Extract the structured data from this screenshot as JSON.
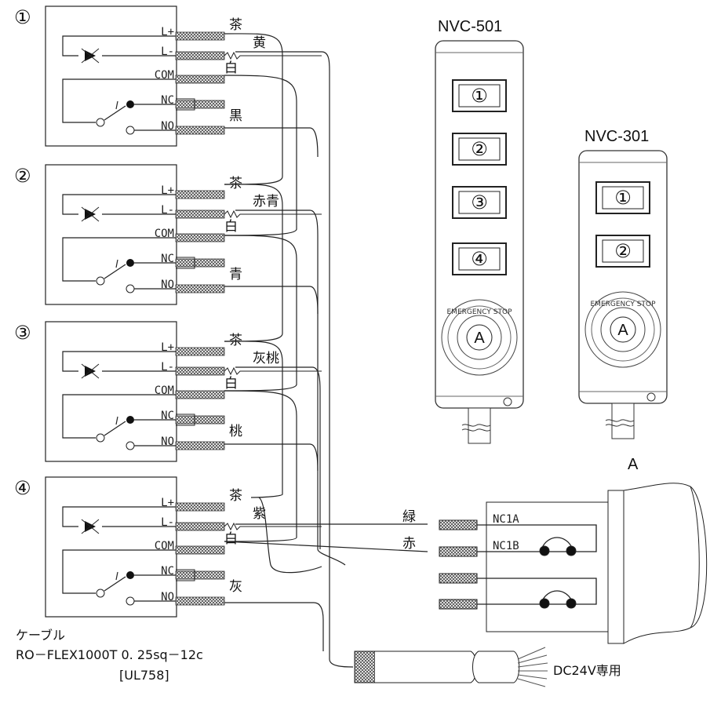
{
  "modules": [
    {
      "number": "①",
      "terminals": [
        "L+",
        "L-",
        "COM",
        "NC",
        "NO"
      ],
      "wires": [
        "茶",
        "黄",
        "白",
        "黒"
      ]
    },
    {
      "number": "②",
      "terminals": [
        "L+",
        "L-",
        "COM",
        "NC",
        "NO"
      ],
      "wires": [
        "茶",
        "赤青",
        "白",
        "青"
      ]
    },
    {
      "number": "③",
      "terminals": [
        "L+",
        "L-",
        "COM",
        "NC",
        "NO"
      ],
      "wires": [
        "茶",
        "灰桃",
        "白",
        "桃"
      ]
    },
    {
      "number": "④",
      "terminals": [
        "L+",
        "L-",
        "COM",
        "NC",
        "NO"
      ],
      "wires": [
        "茶",
        "紫",
        "白",
        "灰"
      ]
    }
  ],
  "pendant_501": {
    "model": "NVC-501",
    "buttons": [
      "①",
      "②",
      "③",
      "④"
    ],
    "estop": "A",
    "estop_text": "EMERGENCY STOP"
  },
  "pendant_301": {
    "model": "NVC-301",
    "buttons": [
      "①",
      "②"
    ],
    "estop": "A",
    "estop_text": "EMERGENCY STOP"
  },
  "estop": {
    "label": "A",
    "contacts": [
      "NC1A",
      "NC1B"
    ],
    "wires": [
      "緑",
      "赤"
    ]
  },
  "cable": {
    "title": "ケーブル",
    "spec": "RO－FLEX1000T  0. 25sq－12c",
    "standard": "[UL758]",
    "voltage": "DC24V専用"
  }
}
